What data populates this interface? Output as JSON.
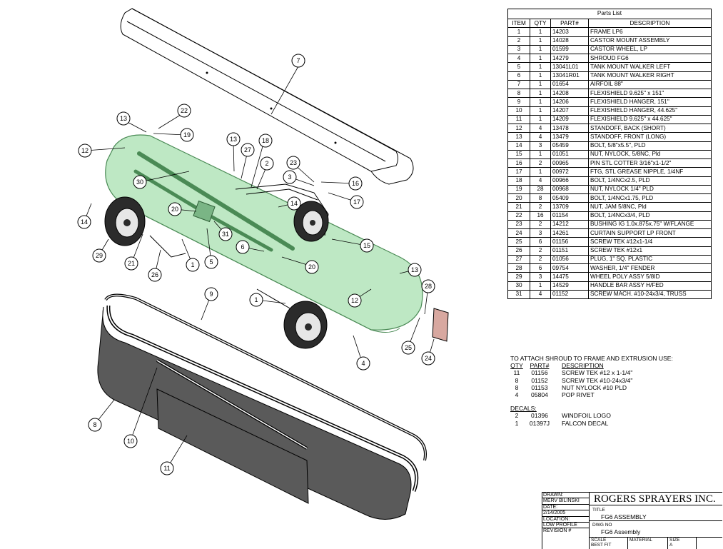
{
  "parts_list": {
    "title": "Parts List",
    "headers": [
      "ITEM",
      "QTY",
      "PART#",
      "DESCRIPTION"
    ],
    "rows": [
      [
        "1",
        "1",
        "14203",
        "FRAME LP6"
      ],
      [
        "2",
        "1",
        "14028",
        "CASTOR MOUNT ASSEMBLY"
      ],
      [
        "3",
        "1",
        "01599",
        "CASTOR WHEEL, LP"
      ],
      [
        "4",
        "1",
        "14279",
        "SHROUD FG6"
      ],
      [
        "5",
        "1",
        "13041L01",
        "TANK MOUNT WALKER LEFT"
      ],
      [
        "6",
        "1",
        "13041R01",
        "TANK MOUNT WALKER RIGHT"
      ],
      [
        "7",
        "1",
        "01654",
        "AIRFOIL 88\""
      ],
      [
        "8",
        "1",
        "14208",
        "FLEXISHIELD 9.625\" x 151\""
      ],
      [
        "9",
        "1",
        "14206",
        "FLEXISHIELD HANGER, 151\""
      ],
      [
        "10",
        "1",
        "14207",
        "FLEXISHIELD HANGER, 44.625\""
      ],
      [
        "11",
        "1",
        "14209",
        "FLEXISHIELD 9.625\" x 44.625\""
      ],
      [
        "12",
        "4",
        "13478",
        "STANDOFF, BACK (SHORT)"
      ],
      [
        "13",
        "4",
        "13479",
        "STANDOFF, FRONT (LONG)"
      ],
      [
        "14",
        "3",
        "05459",
        "BOLT, 5/8\"x5.5\", PLD"
      ],
      [
        "15",
        "1",
        "01051",
        "NUT, NYLOCK, 5/8NC, Pld"
      ],
      [
        "16",
        "2",
        "00965",
        "PIN STL COTTER 3/16\"x1-1/2\""
      ],
      [
        "17",
        "1",
        "00972",
        "FTG, STL GREASE NIPPLE, 1/4NF"
      ],
      [
        "18",
        "4",
        "00966",
        "BOLT, 1/4NCx2.5, PLD"
      ],
      [
        "19",
        "28",
        "00968",
        "NUT, NYLOCK 1/4\" PLD"
      ],
      [
        "20",
        "8",
        "05409",
        "BOLT, 1/4NCx1.75, PLD"
      ],
      [
        "21",
        "2",
        "13709",
        "NUT, JAM 5/8NC, Pld"
      ],
      [
        "22",
        "16",
        "01154",
        "BOLT, 1/4NCx3/4, PLD"
      ],
      [
        "23",
        "2",
        "14212",
        "BUSHING IG 1.0x.875x.75\" W/FLANGE"
      ],
      [
        "24",
        "3",
        "14261",
        "CURTAIN SUPPORT LP FRONT"
      ],
      [
        "25",
        "6",
        "01156",
        "SCREW TEK #12x1-1/4"
      ],
      [
        "26",
        "2",
        "01151",
        "SCREW TEK #12x1"
      ],
      [
        "27",
        "2",
        "01056",
        "PLUG, 1\" SQ. PLASTIC"
      ],
      [
        "28",
        "6",
        "09754",
        "WASHER, 1/4\" FENDER"
      ],
      [
        "29",
        "3",
        "14475",
        "WHEEL POLY ASSY 5/8ID"
      ],
      [
        "30",
        "1",
        "14529",
        "HANDLE BAR ASSY H/FED"
      ],
      [
        "31",
        "4",
        "01152",
        "SCREW MACH. #10-24x3/4, TRUSS"
      ]
    ]
  },
  "notes": {
    "heading": "TO ATTACH SHROUD TO FRAME AND EXTRUSION USE:",
    "headers": [
      "QTY",
      "PART#",
      "DESCRIPTION"
    ],
    "rows": [
      [
        "11",
        "01156",
        "SCREW TEK #12 x 1-1/4\""
      ],
      [
        "8",
        "01152",
        "SCREW TEK #10-24x3/4\""
      ],
      [
        "8",
        "01153",
        "NUT NYLOCK #10 PLD"
      ],
      [
        "4",
        "05804",
        "POP RIVET"
      ]
    ],
    "decals_heading": "DECALS:",
    "decals": [
      [
        "2",
        "01396",
        "WINDFOIL LOGO"
      ],
      [
        "1",
        "01397J",
        "FALCON DECAL"
      ]
    ]
  },
  "title_block": {
    "drawn_label": "DRAWN:",
    "drawn_value": "MERV BILINSKI",
    "date_label": "DATE:",
    "date_value": "2/14/2005",
    "location_label": "LOCATION:",
    "location_value": "LOW PROFILE",
    "revision_label": "REVISION #",
    "company": "ROGERS SPRAYERS INC.",
    "title_label": "TITLE",
    "title_value": "FG6 ASSEMBLY",
    "dwg_label": "DWG NO",
    "dwg_value": "FG6 Assembly",
    "scale_label": "SCALE",
    "scale_value": "BEST FIT",
    "material_label": "MATERIAL",
    "size_label": "SIZE",
    "size_value": "A"
  },
  "callouts": [
    "1",
    "1",
    "2",
    "3",
    "4",
    "5",
    "6",
    "7",
    "8",
    "9",
    "10",
    "11",
    "12",
    "12",
    "13",
    "13",
    "14",
    "14",
    "15",
    "16",
    "17",
    "18",
    "19",
    "20",
    "20",
    "21",
    "22",
    "23",
    "24",
    "25",
    "26",
    "27",
    "28",
    "29",
    "30",
    "31"
  ],
  "colors": {
    "shroud": "#a8e0b0",
    "shroud_edge": "#4a8a55",
    "flexishield": "#5a5a5a",
    "curtain_support": "#d8a8a0"
  }
}
